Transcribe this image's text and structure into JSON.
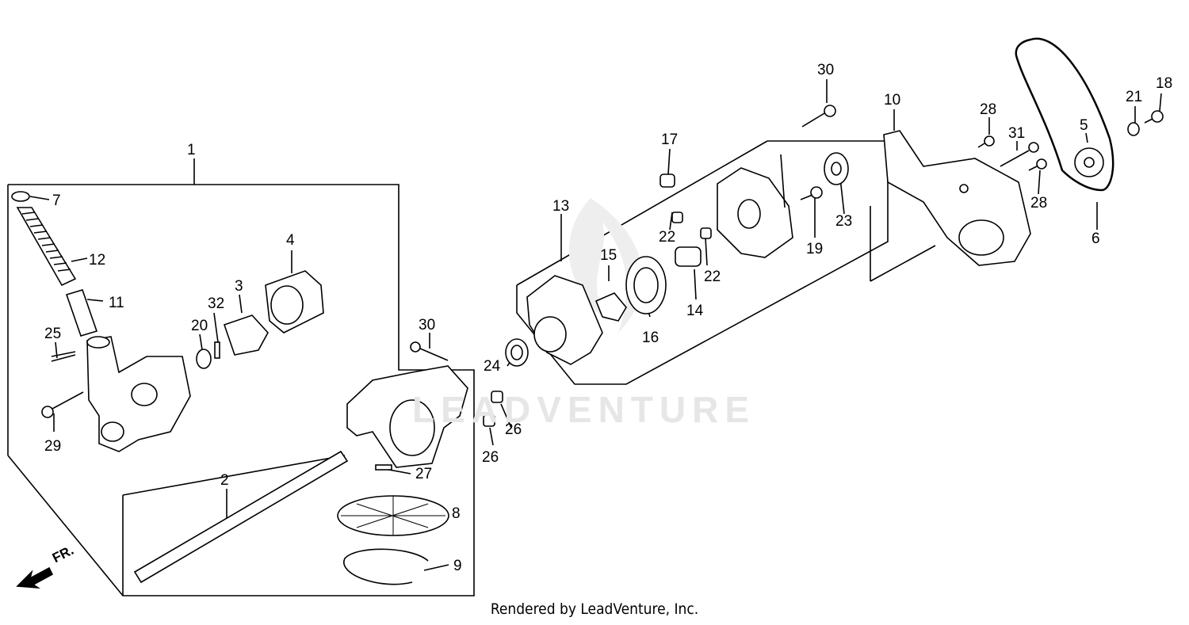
{
  "footer": "Rendered by LeadVenture, Inc.",
  "watermark": "LEADVENTURE",
  "front_marker": "FR.",
  "callouts": [
    {
      "id": "c1",
      "label": "1"
    },
    {
      "id": "c2",
      "label": "2"
    },
    {
      "id": "c3",
      "label": "3"
    },
    {
      "id": "c4",
      "label": "4"
    },
    {
      "id": "c5",
      "label": "5"
    },
    {
      "id": "c6",
      "label": "6"
    },
    {
      "id": "c7",
      "label": "7"
    },
    {
      "id": "c8",
      "label": "8"
    },
    {
      "id": "c9",
      "label": "9"
    },
    {
      "id": "c10",
      "label": "10"
    },
    {
      "id": "c11",
      "label": "11"
    },
    {
      "id": "c12",
      "label": "12"
    },
    {
      "id": "c13",
      "label": "13"
    },
    {
      "id": "c14",
      "label": "14"
    },
    {
      "id": "c15",
      "label": "15"
    },
    {
      "id": "c16",
      "label": "16"
    },
    {
      "id": "c17",
      "label": "17"
    },
    {
      "id": "c18",
      "label": "18"
    },
    {
      "id": "c19",
      "label": "19"
    },
    {
      "id": "c20",
      "label": "20"
    },
    {
      "id": "c21",
      "label": "21"
    },
    {
      "id": "c22a",
      "label": "22"
    },
    {
      "id": "c22b",
      "label": "22"
    },
    {
      "id": "c23",
      "label": "23"
    },
    {
      "id": "c24",
      "label": "24"
    },
    {
      "id": "c25",
      "label": "25"
    },
    {
      "id": "c26a",
      "label": "26"
    },
    {
      "id": "c26b",
      "label": "26"
    },
    {
      "id": "c27",
      "label": "27"
    },
    {
      "id": "c28a",
      "label": "28"
    },
    {
      "id": "c28b",
      "label": "28"
    },
    {
      "id": "c29",
      "label": "29"
    },
    {
      "id": "c30a",
      "label": "30"
    },
    {
      "id": "c30b",
      "label": "30"
    },
    {
      "id": "c31",
      "label": "31"
    },
    {
      "id": "c32",
      "label": "32"
    }
  ]
}
